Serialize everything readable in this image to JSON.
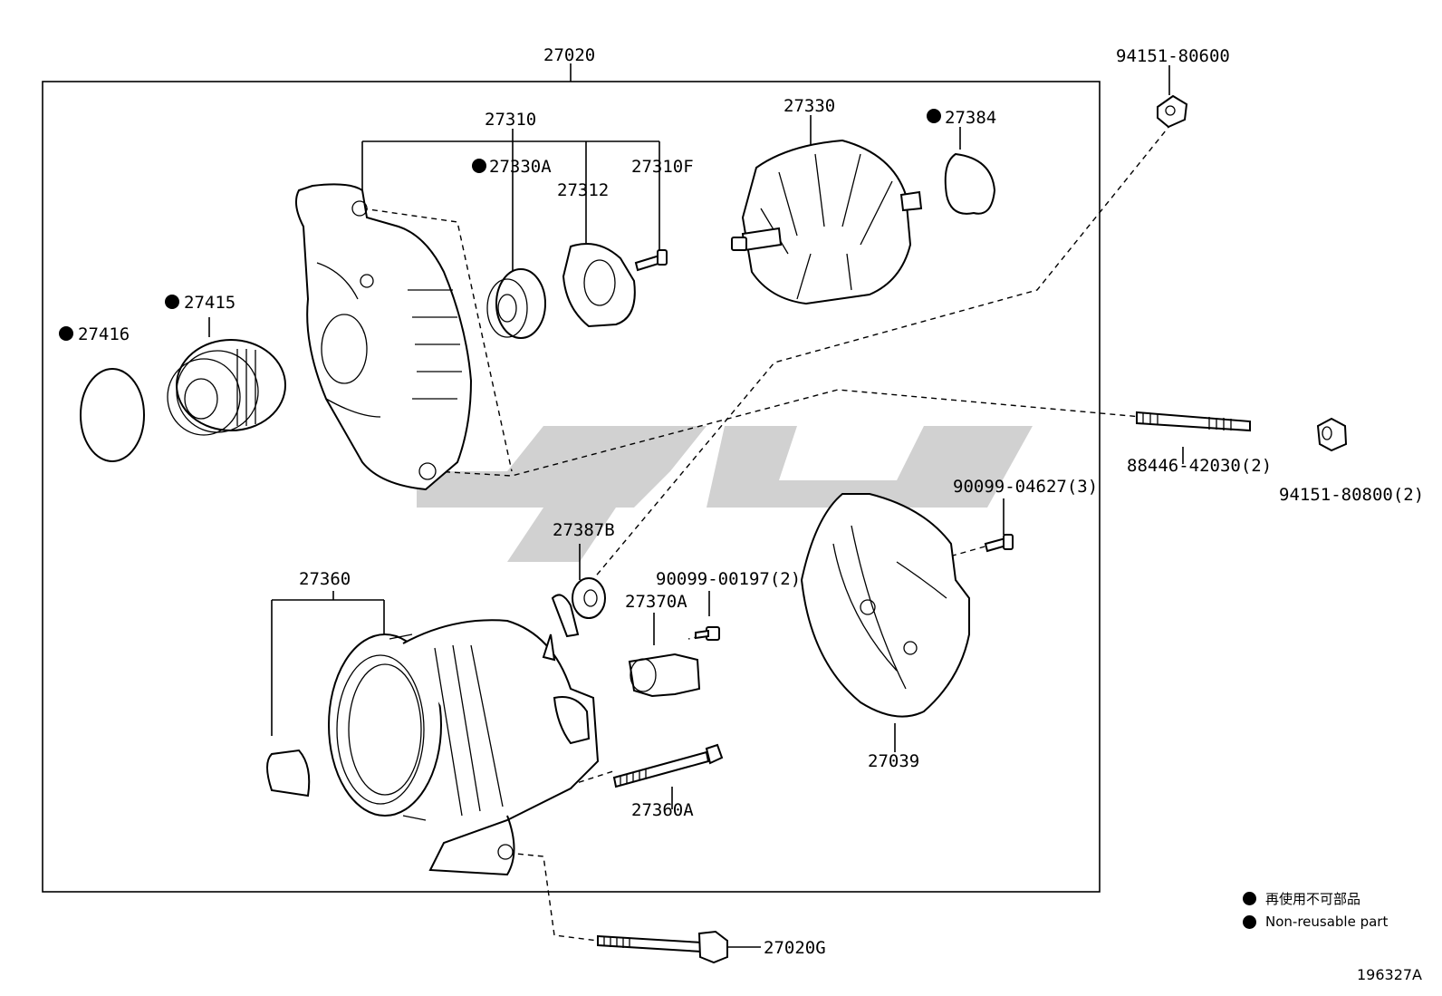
{
  "labels": {
    "assembly": "27020",
    "frame_cover": "27310",
    "bearing": "27330A",
    "retainer": "27312",
    "screw_27310f": "27310F",
    "rotor": "27330",
    "seal_ring": "27384",
    "pulley": "27415",
    "cap": "27416",
    "nut_top": "94151-80600",
    "stud": "88446-42030(2)",
    "nut_right": "94151-80800(2)",
    "bolt_brg": "90099-04627(3)",
    "terminal_ins": "27387B",
    "bolt_holder": "90099-00197(2)",
    "brush_holder": "27370A",
    "stator_frame": "27360",
    "rear_cover": "27039",
    "through_bolt": "27360A",
    "long_bolt": "27020G"
  },
  "legend": {
    "jp": "再使用不可部品",
    "en": "Non-reusable part"
  },
  "doc_id": "196327A"
}
